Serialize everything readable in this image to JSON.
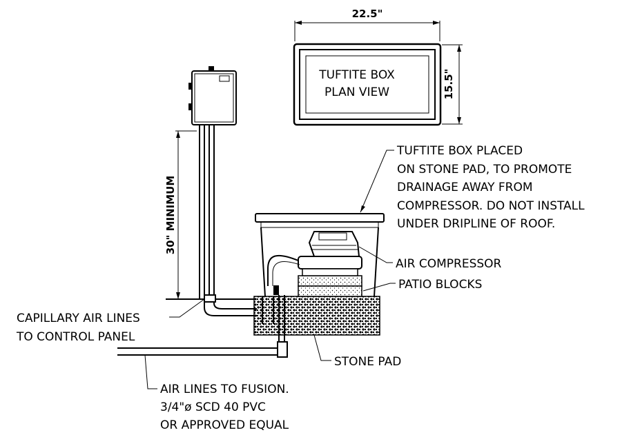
{
  "plan_view": {
    "width_dim": "22.5\"",
    "height_dim": "15.5\"",
    "title_line1": "TUFTITE BOX",
    "title_line2": "PLAN VIEW"
  },
  "vertical_dim": "30\" MINIMUM",
  "callouts": {
    "tuftite_note": [
      "TUFTITE BOX PLACED",
      "ON STONE PAD, TO PROMOTE",
      "DRAINAGE AWAY FROM",
      "COMPRESSOR. DO NOT INSTALL",
      "UNDER DRIPLINE OF ROOF."
    ],
    "air_compressor": "AIR COMPRESSOR",
    "patio_blocks": "PATIO BLOCKS",
    "capillary": [
      "CAPILLARY AIR LINES",
      "TO CONTROL PANEL"
    ],
    "stone_pad": "STONE PAD",
    "air_lines": [
      "AIR LINES TO FUSION.",
      "3/4\"ø SCD 40 PVC",
      "OR APPROVED EQUAL"
    ]
  }
}
